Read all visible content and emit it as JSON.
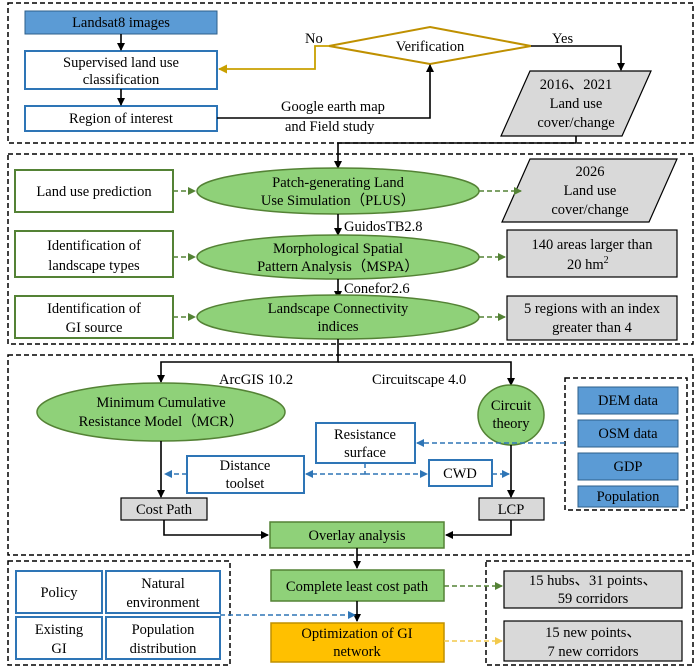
{
  "section1": {
    "landsat": "Landsat8 images",
    "supervised": [
      "Supervised land use",
      "classification"
    ],
    "region": "Region of interest",
    "verification": "Verification",
    "no": "No",
    "yes": "Yes",
    "google": [
      "Google earth map",
      "and Field study"
    ],
    "land_cover": [
      "2016、2021",
      "Land use",
      "cover/change"
    ]
  },
  "section2": {
    "row1": {
      "left": "Land use prediction",
      "mid": [
        "Patch-generating  Land",
        "Use Simulation（PLUS）"
      ],
      "right": [
        "2026",
        "Land use",
        "cover/change"
      ]
    },
    "tool1": "GuidosTB2.8",
    "row2": {
      "left": [
        "Identification  of",
        "landscape types"
      ],
      "mid": [
        "Morphological Spatial",
        "Pattern Analysis（MSPA）"
      ],
      "right": [
        "140 areas larger than",
        "20 hm",
        "2"
      ]
    },
    "tool2": "Conefor2.6",
    "row3": {
      "left": [
        "Identification  of",
        "GI source"
      ],
      "mid": [
        "Landscape Connectivity",
        "indices"
      ],
      "right": [
        "5 regions with an index",
        "greater than 4"
      ]
    }
  },
  "section3": {
    "arcgis": "ArcGIS 10.2",
    "circuitscape": "Circuitscape 4.0",
    "mcr": [
      "Minimum  Cumulative",
      "Resistance Model（MCR）"
    ],
    "circuit": [
      "Circuit",
      "theory"
    ],
    "resistance": [
      "Resistance",
      "surface"
    ],
    "distance": [
      "Distance",
      "toolset"
    ],
    "cwd": "CWD",
    "cost_path": "Cost Path",
    "lcp": "LCP",
    "overlay": "Overlay analysis",
    "data_sources": [
      "DEM data",
      "OSM data",
      "GDP",
      "Population"
    ]
  },
  "section4": {
    "policy": "Policy",
    "natural": [
      "Natural",
      "environment"
    ],
    "existing": [
      "Existing",
      "GI"
    ],
    "population": [
      "Population",
      "distribution"
    ],
    "complete": "Complete least cost path",
    "optimization": [
      "Optimization  of GI",
      "network"
    ],
    "result1": [
      "15 hubs、31 points、",
      "59 corridors"
    ],
    "result2": [
      "15 new points、",
      "7 new corridors"
    ]
  },
  "colors": {
    "blue": "#5b9bd5",
    "green": "#8fd179",
    "grey": "#d9d9d9",
    "yellow": "#ffc000",
    "orange_arrow": "#c9a000"
  }
}
